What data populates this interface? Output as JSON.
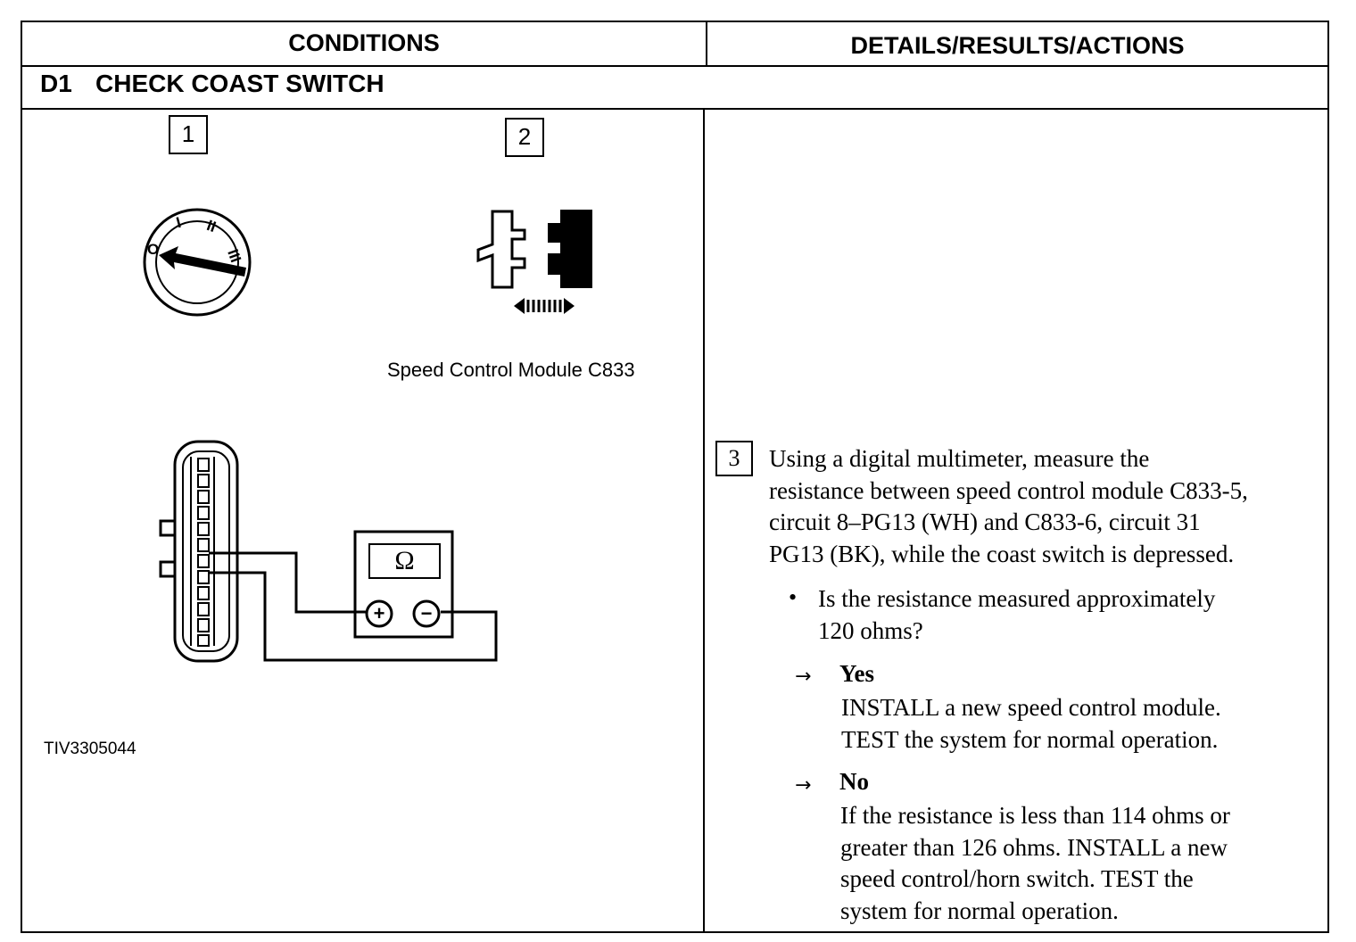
{
  "table": {
    "header_conditions": "CONDITIONS",
    "header_details": "DETAILS/RESULTS/ACTIONS",
    "test_code": "D1",
    "test_title": "CHECK COAST SWITCH"
  },
  "conditions": {
    "step1_number": "1",
    "step2_number": "2",
    "ignition_positions": [
      "O",
      "I",
      "II",
      "III"
    ],
    "connector_caption": "Speed Control Module C833",
    "meter_symbol": "Ω",
    "meter_plus": "+",
    "meter_minus": "−",
    "figure_id": "TIV3305044"
  },
  "details": {
    "step3_number": "3",
    "instruction_lines": [
      "Using a digital multimeter, measure the",
      "resistance between speed control module C833-5,",
      "circuit 8–PG13 (WH) and C833-6, circuit 31",
      "PG13 (BK), while the coast switch is depressed."
    ],
    "question_bullet": "•",
    "question_lines": [
      "Is the resistance measured approximately",
      "120 ohms?"
    ],
    "outcome_arrow": "→",
    "yes_label": "Yes",
    "yes_lines": [
      "INSTALL a new speed control module.",
      "TEST the system for normal operation."
    ],
    "no_label": "No",
    "no_lines": [
      "If the resistance is less than 114 ohms or",
      "greater than 126 ohms. INSTALL a new",
      "speed control/horn switch. TEST the",
      "system for normal operation."
    ]
  }
}
